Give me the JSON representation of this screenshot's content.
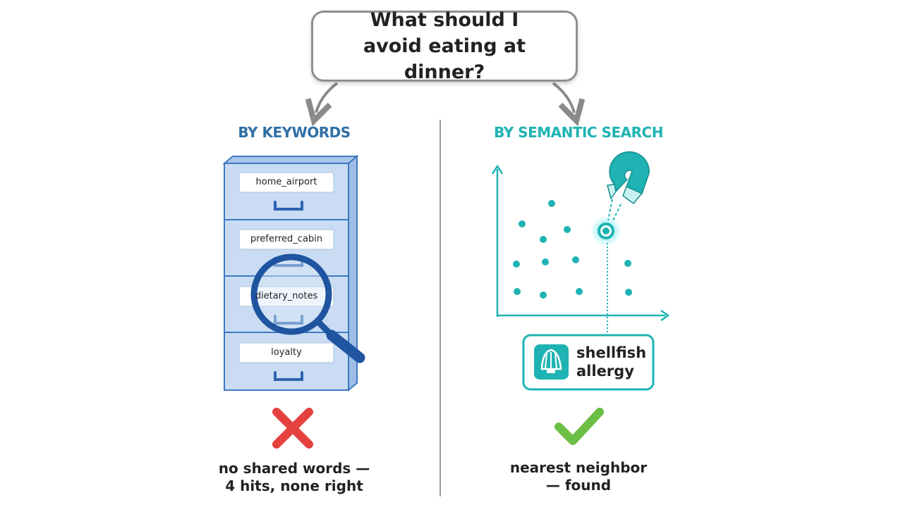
{
  "question": {
    "text": "What should I avoid eating at dinner?"
  },
  "left_panel": {
    "heading": "BY KEYWORDS",
    "drawers": [
      {
        "label": "home_airport"
      },
      {
        "label": "preferred_cabin"
      },
      {
        "label": "dietary_notes"
      },
      {
        "label": "loyalty"
      }
    ],
    "result_icon": "cross-icon",
    "caption_line1": "no shared words —",
    "caption_line2": "4 hits, none right"
  },
  "right_panel": {
    "heading": "BY SEMANTIC SEARCH",
    "result_icon": "shell-icon",
    "result_line1": "shellfish",
    "result_line2": "allergy",
    "status_icon": "check-icon",
    "caption_line1": "nearest neighbor",
    "caption_line2": "— found"
  },
  "colors": {
    "keyword_blue": "#2e6fa6",
    "cabinet_fill": "#c9dcf3",
    "cabinet_stroke": "#3f78c2",
    "teal": "#1fb3b3",
    "cross_red": "#e5423f",
    "check_green": "#6cbe45",
    "divider": "#9a9a9a"
  }
}
